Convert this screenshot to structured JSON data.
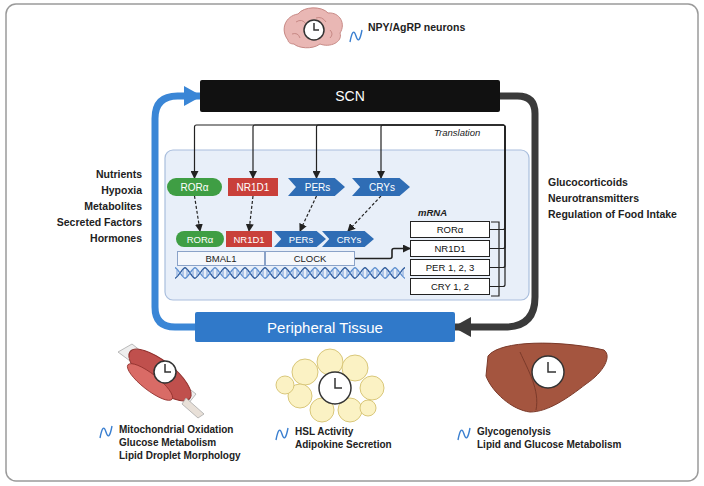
{
  "diagram": {
    "nodes": [
      {
        "text": [
          "SCN"
        ]
      },
      {
        "text": [
          "RORα"
        ]
      },
      {
        "text": [
          "NR1D1"
        ]
      },
      {
        "text": [
          "PERs"
        ]
      },
      {
        "text": [
          "CRYs"
        ]
      },
      {
        "text": [
          "RORα"
        ]
      },
      {
        "text": [
          "NR1D1"
        ]
      },
      {
        "text": [
          "PERs"
        ]
      },
      {
        "text": [
          "CRYs"
        ]
      },
      {
        "text": [
          "BMAL1"
        ]
      },
      {
        "text": [
          "CLOCK"
        ]
      },
      {
        "text": [
          "RORα"
        ]
      },
      {
        "text": [
          "NR1D1"
        ]
      },
      {
        "text": [
          "PER 1, 2, 3"
        ]
      },
      {
        "text": [
          "CRY 1, 2"
        ]
      },
      {
        "text": [
          "Peripheral Tissue"
        ]
      }
    ],
    "edges": [
      {
        "from": 15,
        "to": 0,
        "arrow": "to"
      },
      {
        "from": 0,
        "to": 15,
        "arrow": "to"
      },
      {
        "from": 11,
        "to": 1,
        "arrow": "to"
      },
      {
        "from": 12,
        "to": 2,
        "arrow": "to"
      },
      {
        "from": 13,
        "to": 3,
        "arrow": "to"
      },
      {
        "from": 14,
        "to": 4,
        "arrow": "to"
      },
      {
        "from": 1,
        "to": 5,
        "arrow": "to"
      },
      {
        "from": 2,
        "to": 6,
        "arrow": "to"
      },
      {
        "from": 3,
        "to": 7,
        "arrow": "to"
      },
      {
        "from": 4,
        "to": 8,
        "arrow": "to"
      },
      {
        "from": 10,
        "to": 12,
        "arrow": "to"
      }
    ],
    "labels": [
      "NPY/AgRP neurons",
      "Translation",
      "mRNA",
      "Nutrients",
      "Hypoxia",
      "Metabolites",
      "Secreted Factors",
      "Hormones",
      "Glucocorticoids",
      "Neurotransmitters",
      "Regulation of Food Intake",
      "Mitochondrial Oxidation",
      "Glucose Metabolism",
      "Lipid Droplet Morphology",
      "HSL Activity",
      "Adipokine Secretion",
      "Glycogenolysis",
      "Lipid and Glucose Metabolism"
    ]
  }
}
